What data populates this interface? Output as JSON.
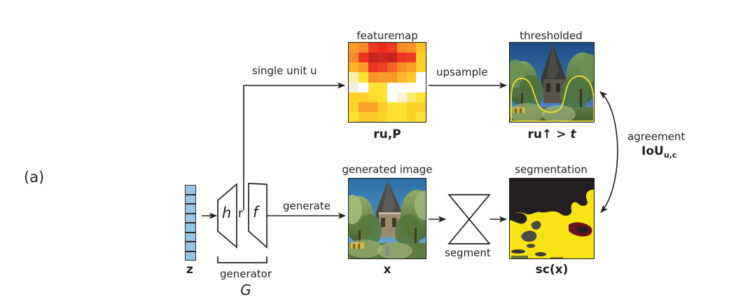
{
  "figure": {
    "subfigure_label": "(a)",
    "accent_color": "#231f20"
  },
  "labels": {
    "single_unit": "single unit u",
    "upsample": "upsample",
    "generate": "generate",
    "segment": "segment",
    "agreement": "agreement",
    "generator_name": "generator",
    "generator_symbol": "G"
  },
  "modules": {
    "h": "h",
    "r": "r",
    "f": "f"
  },
  "panels": [
    {
      "id": "featuremap",
      "title": "featuremap",
      "caption_main": "r",
      "caption_sub": "u,P",
      "caption_sup": ""
    },
    {
      "id": "thresholded",
      "title": "thresholded",
      "caption_main": "r",
      "caption_sub": "u",
      "caption_sup": "↑",
      "caption_tail": "> t"
    },
    {
      "id": "generated-image",
      "title": "generated image",
      "caption_main": "x",
      "caption_sub": "",
      "caption_sup": ""
    },
    {
      "id": "segmentation",
      "title": "segmentation",
      "caption_main": "s",
      "caption_sub": "c",
      "caption_tail": "(x)"
    }
  ],
  "metric": {
    "name": "IoU",
    "subscript": "u,c"
  },
  "latent": {
    "symbol": "z",
    "cells": 8,
    "cell_color": "#93c6e8"
  },
  "chart_data": {
    "type": "heatmap",
    "title": "featuremap",
    "grid": [
      8,
      8
    ],
    "colormap": "hot/YlOrRd",
    "values": [
      [
        0.55,
        0.62,
        0.88,
        0.9,
        0.88,
        0.62,
        0.6,
        0.4
      ],
      [
        0.58,
        0.8,
        0.95,
        0.93,
        0.96,
        0.85,
        0.8,
        0.38
      ],
      [
        0.42,
        0.58,
        0.86,
        0.82,
        0.78,
        0.6,
        0.5,
        0.34
      ],
      [
        0.18,
        0.3,
        0.55,
        0.55,
        0.52,
        0.45,
        0.4,
        0.28
      ],
      [
        0.1,
        0.02,
        0.32,
        0.34,
        0.02,
        0.02,
        0.02,
        0.02
      ],
      [
        0.3,
        0.33,
        0.34,
        0.33,
        0.02,
        0.08,
        0.22,
        0.3
      ],
      [
        0.34,
        0.56,
        0.55,
        0.4,
        0.3,
        0.3,
        0.38,
        0.36
      ],
      [
        0.3,
        0.42,
        0.44,
        0.4,
        0.34,
        0.36,
        0.38,
        0.3
      ]
    ],
    "colors": [
      [
        "#f99a27",
        "#f78b25",
        "#ef3b24",
        "#ee2d22",
        "#ef3b24",
        "#f78b25",
        "#f89327",
        "#fcc22b"
      ],
      [
        "#f78b25",
        "#ee3322",
        "#c9231f",
        "#cf2620",
        "#c9231f",
        "#ee3322",
        "#ef3b24",
        "#fdd12c"
      ],
      [
        "#fbb62a",
        "#f99a27",
        "#ee3322",
        "#ef4123",
        "#f06425",
        "#f78b25",
        "#f99f27",
        "#fdd12c"
      ],
      [
        "#f9eeab",
        "#fbe233",
        "#f89327",
        "#f89b27",
        "#f99a27",
        "#fbb62a",
        "#fbc92b",
        "#ffffff"
      ],
      [
        "#f4f2de",
        "#ffffff",
        "#fde032",
        "#fde032",
        "#ffffff",
        "#ffffff",
        "#ffffff",
        "#ffffff"
      ],
      [
        "#fdd12c",
        "#fdd12c",
        "#fdd82f",
        "#fde032",
        "#ffffff",
        "#f7f3d8",
        "#fbea70",
        "#fde032"
      ],
      [
        "#fdd12c",
        "#f9a227",
        "#f9a227",
        "#fdc92b",
        "#fde032",
        "#fde032",
        "#fdd12c",
        "#fdd12c"
      ],
      [
        "#fde032",
        "#fbc92b",
        "#fbc92b",
        "#fdd12c",
        "#fde032",
        "#fde032",
        "#fdd12c",
        "#fde032"
      ]
    ]
  }
}
